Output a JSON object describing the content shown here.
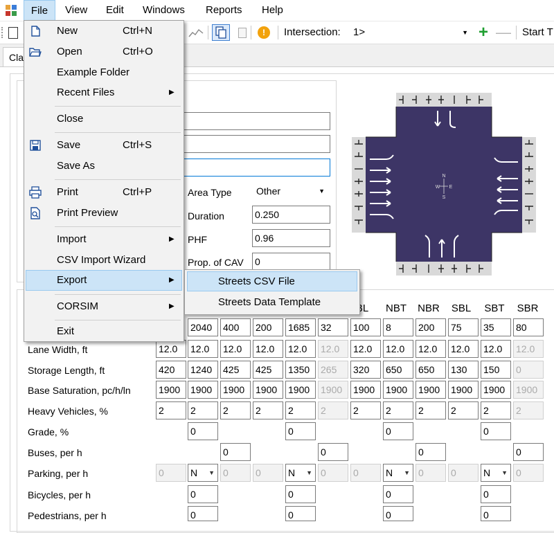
{
  "menubar": {
    "items": [
      "File",
      "View",
      "Edit",
      "Windows",
      "Reports",
      "Help"
    ]
  },
  "toolbar": {
    "intersection_label": "Intersection:",
    "intersection_value": "1>",
    "start_label": "Start T"
  },
  "tabs": {
    "first": "Cla"
  },
  "file_menu": {
    "items": [
      {
        "label": "New",
        "shortcut": "Ctrl+N",
        "icon": "new-file-icon"
      },
      {
        "label": "Open",
        "shortcut": "Ctrl+O",
        "icon": "open-folder-icon"
      },
      {
        "label": "Example Folder"
      },
      {
        "label": "Recent Files",
        "submenu": true
      },
      {
        "label": "Close"
      },
      {
        "label": "Save",
        "shortcut": "Ctrl+S",
        "icon": "save-icon"
      },
      {
        "label": "Save As"
      },
      {
        "label": "Print",
        "shortcut": "Ctrl+P",
        "icon": "print-icon"
      },
      {
        "label": "Print Preview",
        "icon": "print-preview-icon"
      },
      {
        "label": "Import",
        "submenu": true
      },
      {
        "label": "CSV Import Wizard"
      },
      {
        "label": "Export",
        "submenu": true,
        "highlighted": true
      },
      {
        "label": "CORSIM",
        "submenu": true
      },
      {
        "label": "Exit"
      }
    ]
  },
  "export_submenu": {
    "items": [
      "Streets CSV File",
      "Streets Data Template"
    ]
  },
  "general": {
    "area_type_label": "Area Type",
    "area_type_value": "Other",
    "duration_label": "Duration",
    "duration_value": "0.250",
    "phf_label": "PHF",
    "phf_value": "0.96",
    "cav_label": "Prop. of CAV",
    "cav_value": "0"
  },
  "compass": {
    "n": "N",
    "w": "W",
    "e": "E",
    "s": "S"
  },
  "table": {
    "columns": [
      "BL",
      "NBT",
      "NBR",
      "SBL",
      "SBT",
      "SBR"
    ],
    "volume_row": [
      "2040",
      "400",
      "200",
      "1685",
      "32",
      "100",
      "8",
      "200",
      "75",
      "35",
      "80"
    ],
    "rows": [
      {
        "label": "Lane Width, ft",
        "values": [
          "12.0",
          "12.0",
          "12.0",
          "12.0",
          "12.0",
          "12.0",
          "12.0",
          "12.0",
          "12.0",
          "12.0",
          "12.0",
          "12.0"
        ]
      },
      {
        "label": "Storage Length, ft",
        "values": [
          "420",
          "1240",
          "425",
          "425",
          "1350",
          "265",
          "320",
          "650",
          "650",
          "130",
          "150",
          "0"
        ]
      },
      {
        "label": "Base Saturation, pc/h/ln",
        "values": [
          "1900",
          "1900",
          "1900",
          "1900",
          "1900",
          "1900",
          "1900",
          "1900",
          "1900",
          "1900",
          "1900",
          "1900"
        ]
      },
      {
        "label": "Heavy Vehicles, %",
        "values": [
          "2",
          "2",
          "2",
          "2",
          "2",
          "2",
          "2",
          "2",
          "2",
          "2",
          "2",
          "2"
        ]
      },
      {
        "label": "Grade, %",
        "values": [
          "0",
          "0",
          "0",
          "0"
        ]
      },
      {
        "label": "Buses, per h",
        "values": [
          "0",
          "0",
          "0",
          "0"
        ]
      },
      {
        "label": "Parking, per h",
        "values": [
          "0",
          "N",
          "0",
          "0",
          "N",
          "0",
          "0",
          "N",
          "0",
          "0",
          "N",
          "0"
        ]
      },
      {
        "label": "Bicycles, per h",
        "values": [
          "0",
          "0",
          "0",
          "0"
        ]
      },
      {
        "label": "Pedestrians, per h",
        "values": [
          "0",
          "0",
          "0",
          "0"
        ]
      }
    ]
  }
}
